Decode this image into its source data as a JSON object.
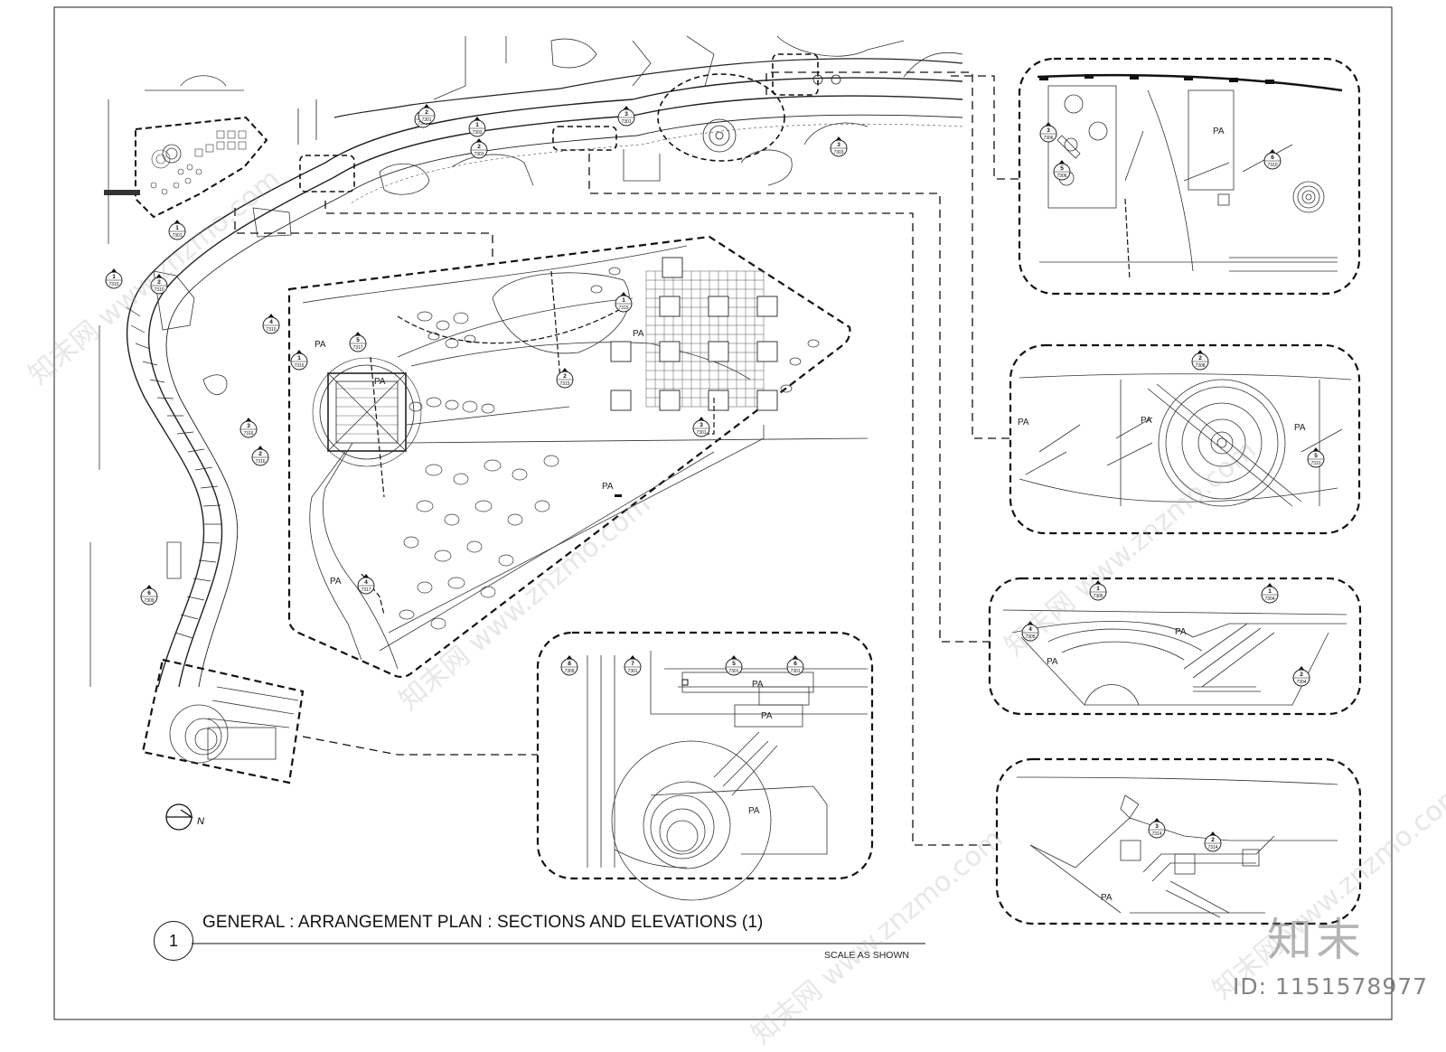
{
  "sheet": {
    "title_number": "1",
    "title": "GENERAL : ARRANGEMENT PLAN  : SECTIONS AND ELEVATIONS (1)",
    "scale": "SCALE  AS SHOWN",
    "north_label": "N"
  },
  "area_label": "PA",
  "watermark": {
    "brand": "知末",
    "id": "ID: 1151578977",
    "tiled": "知末网 www.znzmo.com"
  },
  "markers": [
    {
      "num": "1",
      "ref": "7310"
    },
    {
      "num": "2",
      "ref": "7310"
    },
    {
      "num": "1",
      "ref": "7315"
    },
    {
      "num": "2",
      "ref": "7315"
    },
    {
      "num": "5",
      "ref": "7317"
    },
    {
      "num": "4",
      "ref": "7317"
    },
    {
      "num": "1",
      "ref": "7316"
    },
    {
      "num": "3",
      "ref": "7301"
    },
    {
      "num": "2",
      "ref": "7303"
    },
    {
      "num": "1",
      "ref": "7303"
    },
    {
      "num": "1",
      "ref": "7302"
    },
    {
      "num": "3",
      "ref": "7303"
    },
    {
      "num": "3",
      "ref": "7301"
    },
    {
      "num": "4",
      "ref": "7310"
    },
    {
      "num": "3",
      "ref": "7316"
    },
    {
      "num": "2",
      "ref": "7316"
    },
    {
      "num": "6",
      "ref": "7309"
    },
    {
      "num": "1",
      "ref": "7301"
    },
    {
      "num": "2",
      "ref": "7301"
    },
    {
      "num": "3",
      "ref": "7306"
    },
    {
      "num": "5",
      "ref": "7306"
    },
    {
      "num": "6",
      "ref": "7310"
    },
    {
      "num": "2",
      "ref": "7308"
    },
    {
      "num": "5",
      "ref": "7310"
    },
    {
      "num": "1",
      "ref": "7305"
    },
    {
      "num": "4",
      "ref": "7305"
    },
    {
      "num": "1",
      "ref": "7304"
    },
    {
      "num": "2",
      "ref": "7304"
    },
    {
      "num": "3",
      "ref": "7314"
    },
    {
      "num": "2",
      "ref": "7314"
    },
    {
      "num": "8",
      "ref": "7309"
    },
    {
      "num": "7",
      "ref": "7301"
    },
    {
      "num": "5",
      "ref": "7301"
    },
    {
      "num": "6",
      "ref": "7301"
    }
  ]
}
